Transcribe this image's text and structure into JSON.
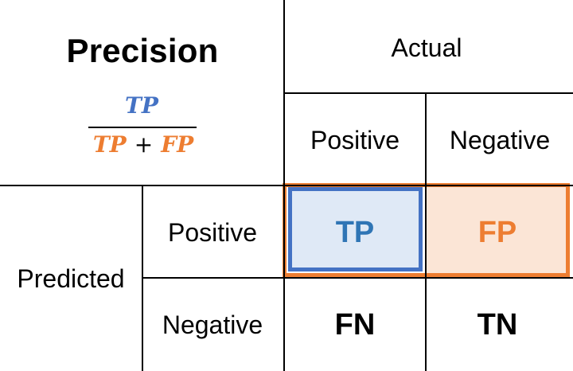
{
  "title": "Precision",
  "formula": {
    "numerator": "TP",
    "denominator_left": "TP",
    "plus": "+",
    "denominator_right": "FP"
  },
  "actual": {
    "heading": "Actual",
    "positive": "Positive",
    "negative": "Negative"
  },
  "predicted": {
    "heading": "Predicted",
    "positive": "Positive",
    "negative": "Negative"
  },
  "cells": {
    "tp": "TP",
    "fp": "FP",
    "fn": "FN",
    "tn": "TN"
  },
  "colors": {
    "tp_text": "#2f75b5",
    "tp_border": "#4472c4",
    "tp_fill": "#dfe9f6",
    "fp_text": "#ed7d31",
    "fp_border": "#ed7d31",
    "fp_fill": "#fbe5d6",
    "line": "#000000"
  }
}
